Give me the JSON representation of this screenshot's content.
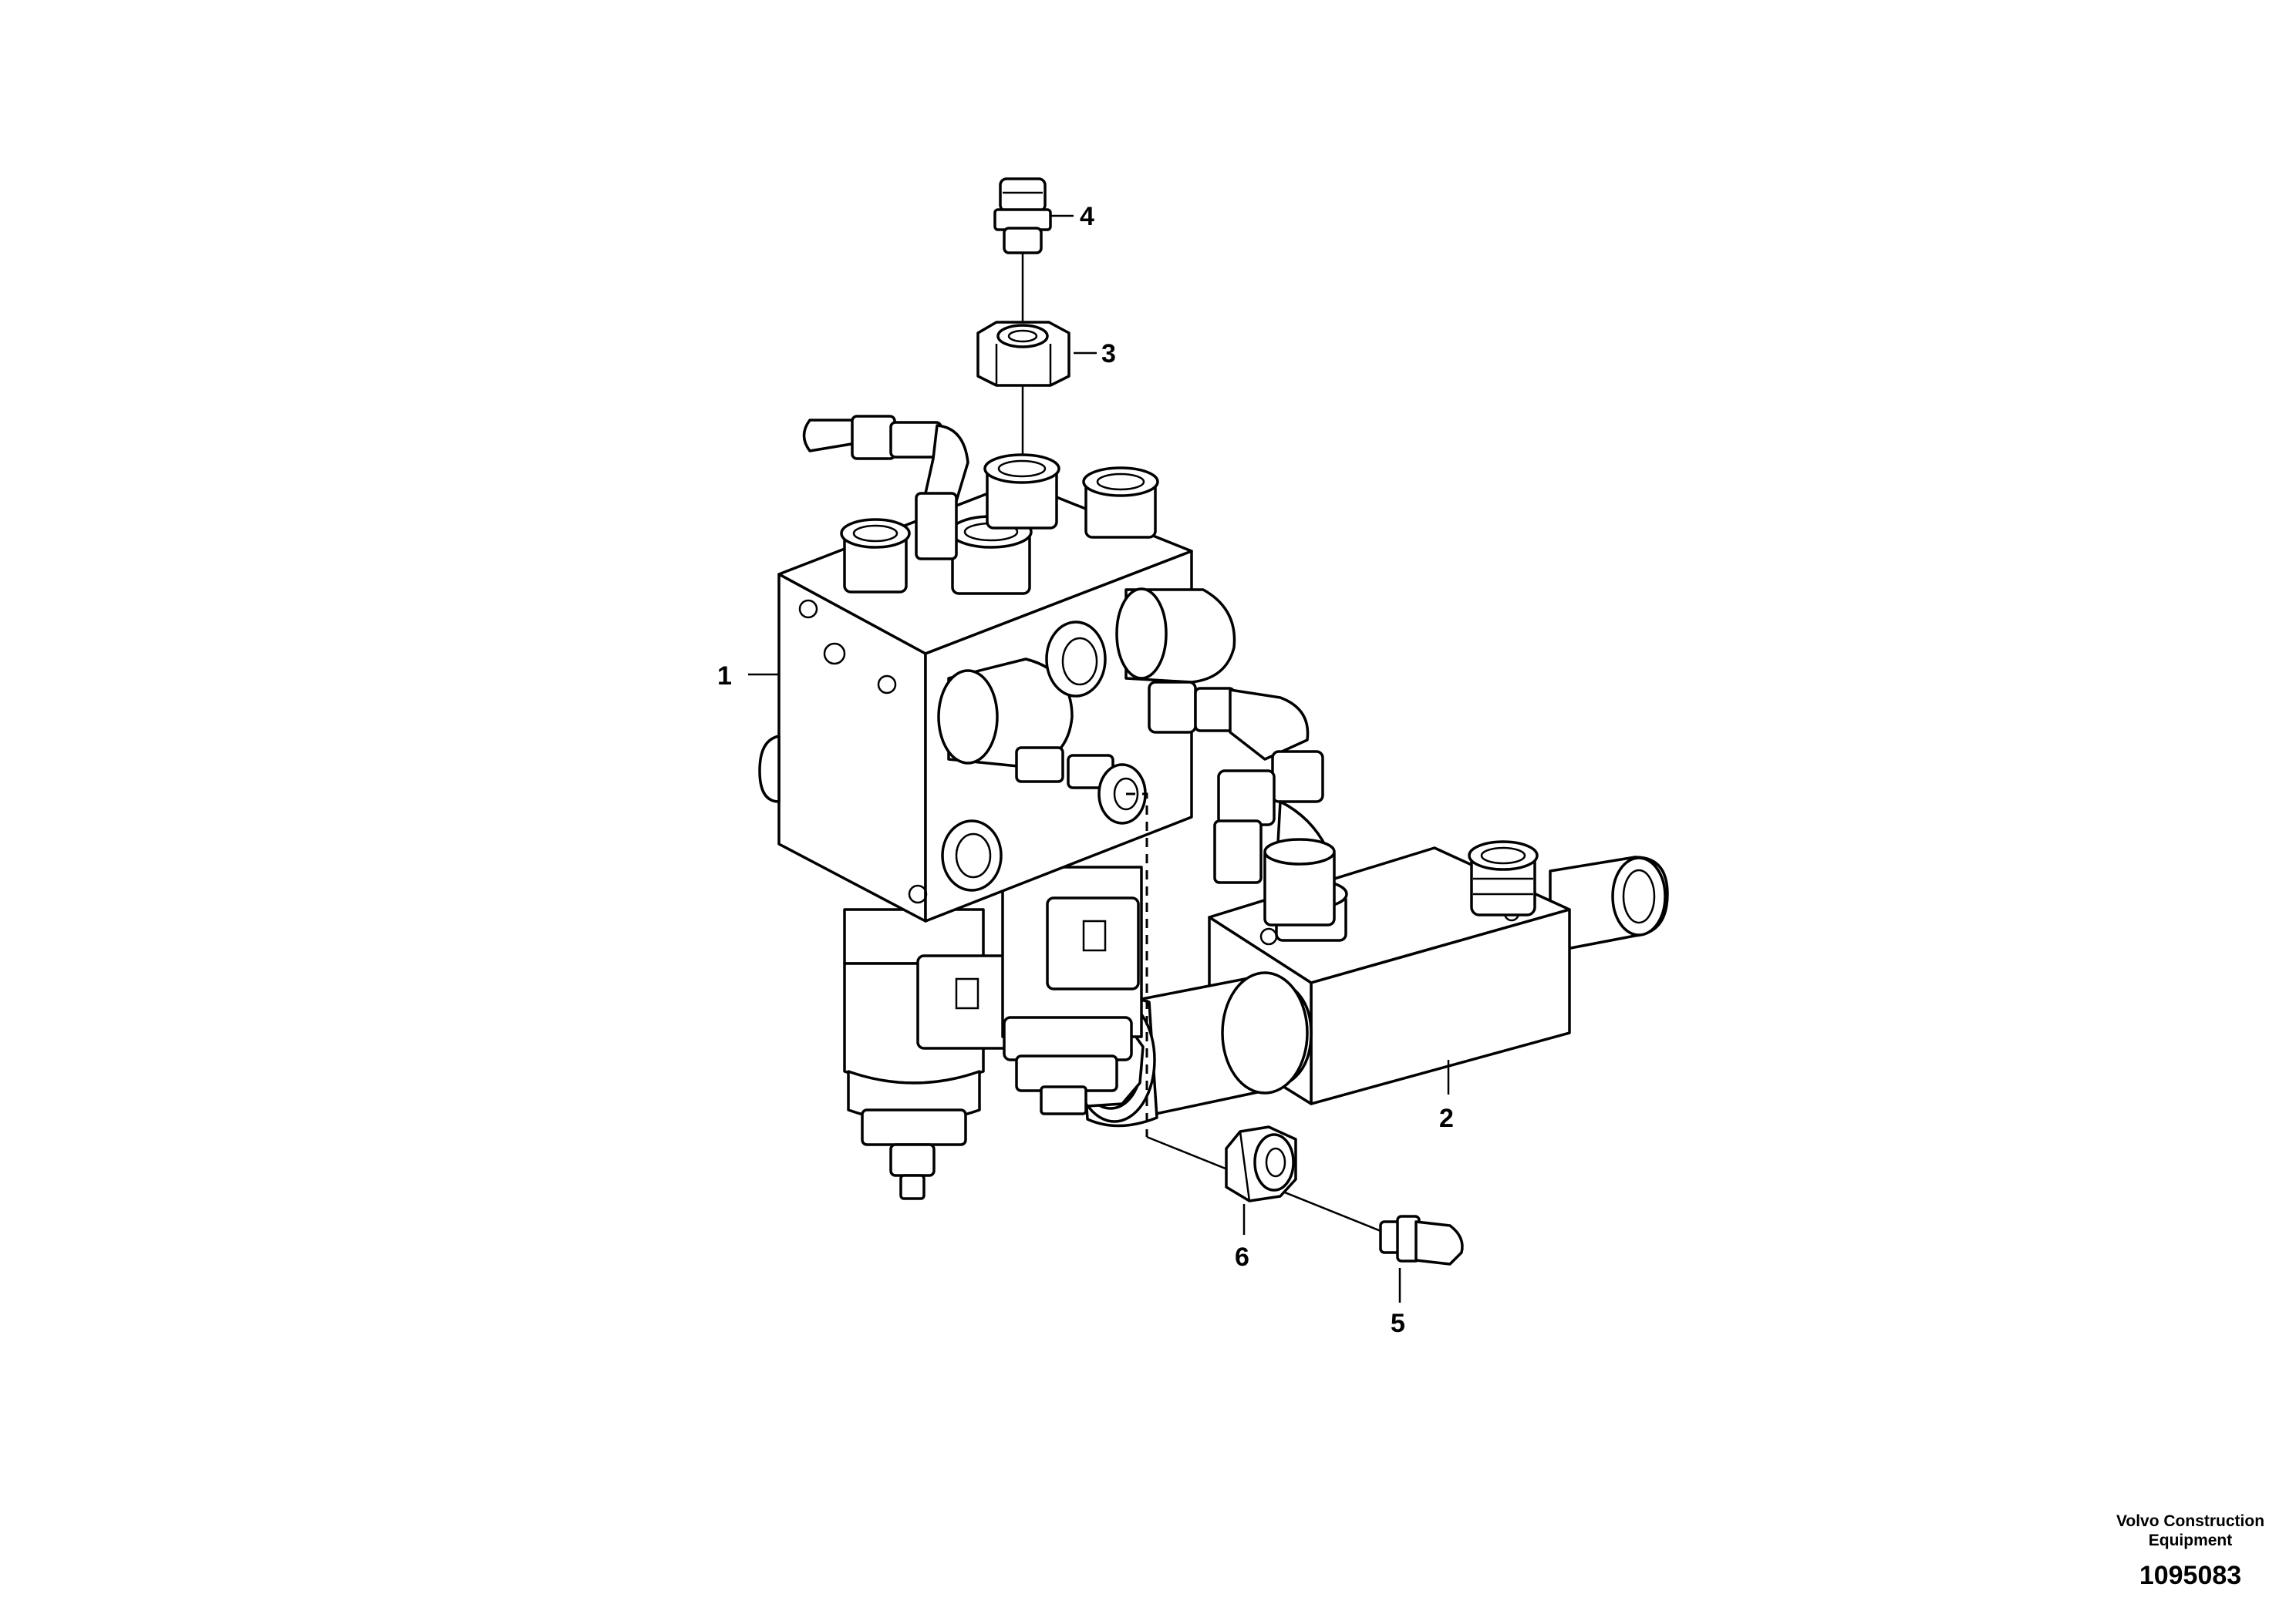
{
  "callouts": [
    {
      "id": "1",
      "label": "1"
    },
    {
      "id": "2",
      "label": "2"
    },
    {
      "id": "3",
      "label": "3"
    },
    {
      "id": "4",
      "label": "4"
    },
    {
      "id": "5",
      "label": "5"
    },
    {
      "id": "6",
      "label": "6"
    }
  ],
  "footer": {
    "company_line1": "Volvo Construction",
    "company_line2": "Equipment",
    "drawing_number": "1095083"
  }
}
